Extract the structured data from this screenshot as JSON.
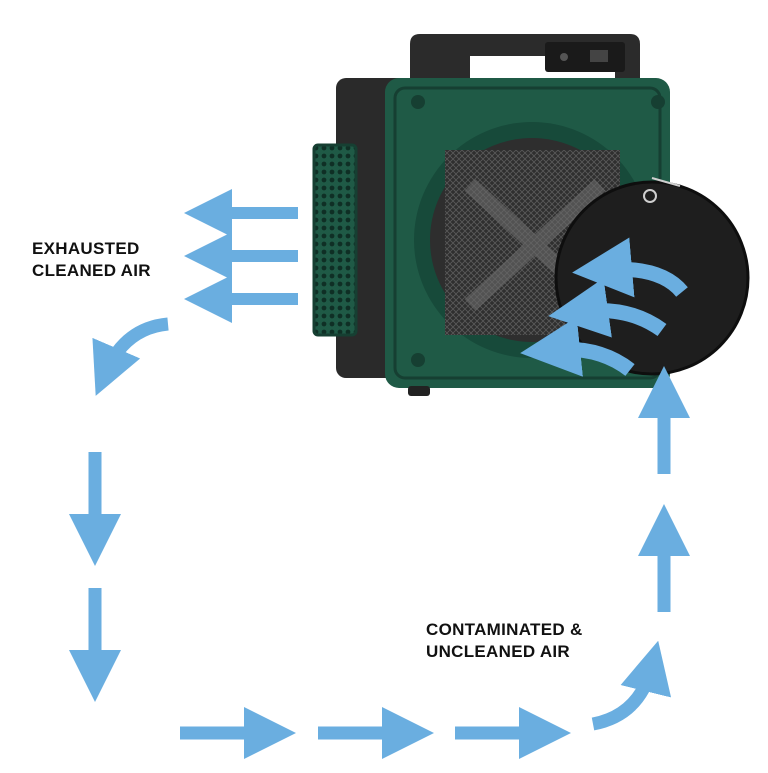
{
  "labels": {
    "exhausted_line1": "EXHAUSTED",
    "exhausted_line2": "CLEANED AIR",
    "contaminated_line1": "CONTAMINATED &",
    "contaminated_line2": "UNCLEANED AIR"
  },
  "colors": {
    "arrow": "#6aaee0",
    "housing": "#1f5a46",
    "housing_dark": "#163f32",
    "handle": "#2b2b2b",
    "cover": "#1e1e1e",
    "filter": "#3a3a3a",
    "grille": "#2a6050"
  },
  "icons": {
    "airflow_arrow": "arrow-icon",
    "device": "air-scrubber-icon"
  }
}
